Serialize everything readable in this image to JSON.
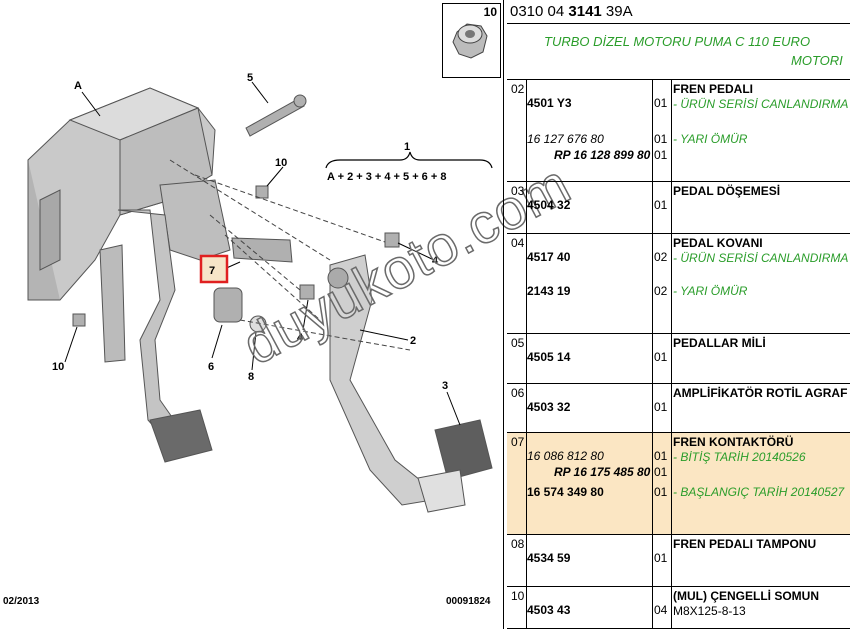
{
  "header": {
    "thumb_number": "10",
    "title_prefix": "0310 04 ",
    "title_bold": "3141",
    "title_suffix": " 39A",
    "subtitle_line1": "TURBO DİZEL MOTORU PUMA C 110 EURO",
    "subtitle_line2": "MOTORI"
  },
  "diagram": {
    "callout_1": "1",
    "formula": "A + 2 + 3 + 4 + 5 + 6 + 8",
    "callouts": [
      "A",
      "5",
      "10",
      "4",
      "7",
      "6",
      "8",
      "4",
      "2",
      "3",
      "10"
    ],
    "date": "02/2013",
    "doc_number": "00091824",
    "watermark": "duyukoto.com"
  },
  "rows": [
    {
      "idx": "02",
      "lines": [
        {
          "part": "4501 Y3",
          "part_style": "b",
          "qty": "01",
          "desc": "FREN PEDALI",
          "note": "- ÜRÜN SERİSİ CANLANDIRMA"
        },
        {
          "part": "16 127 676 80",
          "part_style": "i",
          "qty": "01",
          "note": "- YARI ÖMÜR"
        },
        {
          "part": "RP 16 128 899 80",
          "part_style": "bi",
          "qty": "01"
        }
      ]
    },
    {
      "idx": "03",
      "lines": [
        {
          "part": "4504 32",
          "part_style": "b",
          "qty": "01",
          "desc": "PEDAL DÖŞEMESİ"
        }
      ]
    },
    {
      "idx": "04",
      "lines": [
        {
          "part": "4517 40",
          "part_style": "b",
          "qty": "02",
          "desc": "PEDAL KOVANI",
          "note": "- ÜRÜN SERİSİ CANLANDIRMA"
        },
        {
          "part": "2143 19",
          "part_style": "b",
          "qty": "02",
          "note": "- YARI ÖMÜR"
        }
      ]
    },
    {
      "idx": "05",
      "lines": [
        {
          "part": "4505 14",
          "part_style": "b",
          "qty": "01",
          "desc": "PEDALLAR MİLİ"
        }
      ]
    },
    {
      "idx": "06",
      "lines": [
        {
          "part": "4503 32",
          "part_style": "b",
          "qty": "01",
          "desc": "AMPLİFİKATÖR ROTİL AGRAF"
        }
      ]
    },
    {
      "idx": "07",
      "highlight": true,
      "lines": [
        {
          "part": "16 086 812 80",
          "part_style": "i",
          "qty": "01",
          "desc": "FREN KONTAKTÖRÜ",
          "note": "- BİTİŞ TARİH 20140526"
        },
        {
          "part": "RP 16 175 485 80",
          "part_style": "bi",
          "qty": "01"
        },
        {
          "part": "16 574 349 80",
          "part_style": "b",
          "qty": "01",
          "note": "- BAŞLANGIÇ TARİH 20140527"
        }
      ]
    },
    {
      "idx": "08",
      "lines": [
        {
          "part": "4534 59",
          "part_style": "b",
          "qty": "01",
          "desc": "FREN PEDALI TAMPONU"
        }
      ]
    },
    {
      "idx": "10",
      "lines": [
        {
          "part": "4503 43",
          "part_style": "b",
          "qty": "04",
          "desc": "(MUL) ÇENGELLİ SOMUN",
          "note": "M8X125-8-13",
          "note_plain": true
        }
      ]
    }
  ],
  "colors": {
    "note_green": "#2a9d2a",
    "highlight": "#fbe6c3",
    "callout_box": "#e02020"
  }
}
